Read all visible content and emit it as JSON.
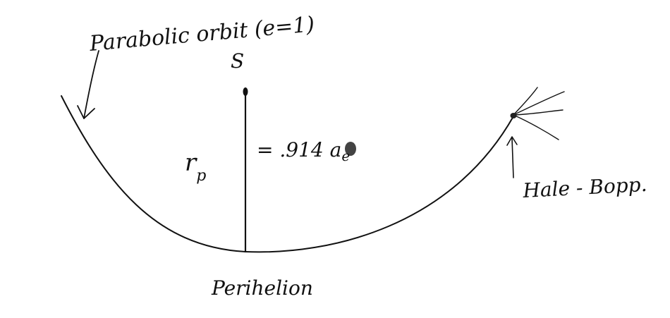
{
  "labels": {
    "orbit_title": "Parabolic orbit (e=1)",
    "sun": "S",
    "radius_symbol": "r",
    "radius_subscript": "p",
    "radius_value": "= .914 a",
    "radius_value_subscript": "e",
    "comet": "Hale - Bopp.",
    "perihelion": "Perihelion"
  },
  "colors": {
    "ink": "#111111"
  }
}
